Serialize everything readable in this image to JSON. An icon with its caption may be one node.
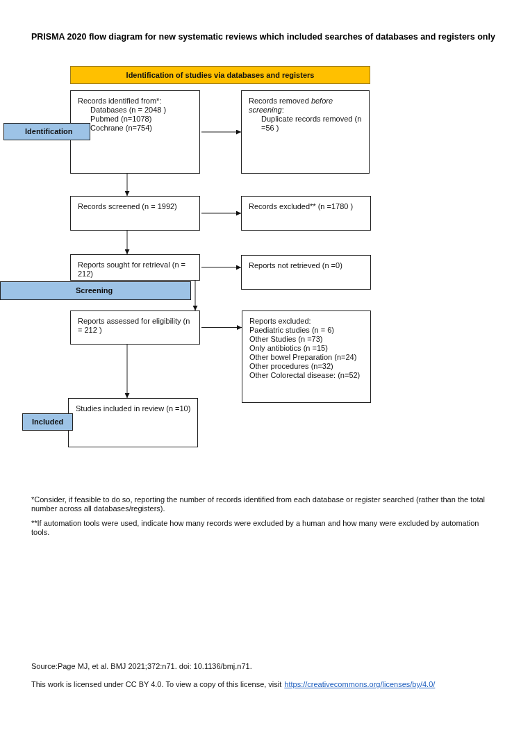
{
  "diagram": {
    "title": "PRISMA 2020 flow diagram for new systematic reviews which included searches of databases and registers only",
    "nodes": [
      {
        "text": [
          "Identification of studies via databases and registers"
        ]
      },
      {
        "text": [
          "Records identified from*:",
          "Databases (n = 2048 )",
          "Pubmed (n=1078)",
          "Cochrane (n=754)"
        ]
      },
      {
        "text": [
          "Identification"
        ]
      },
      {
        "text": [
          "Records removed *before screening*:",
          "Duplicate records removed (n =56 )"
        ]
      },
      {
        "text": [
          "Records screened (n = 1992)"
        ]
      },
      {
        "text": [
          "Records excluded** (n =1780 )"
        ]
      },
      {
        "text": [
          "Reports sought for retrieval (n = 212)"
        ]
      },
      {
        "text": [
          "Reports not retrieved (n =0)"
        ]
      },
      {
        "text": [
          "Screening"
        ]
      },
      {
        "text": [
          "Reports assessed for eligibility (n = 212 )"
        ]
      },
      {
        "text": [
          "Reports excluded:",
          "Paediatric studies (n = 6)",
          "Other Studies (n =73)",
          "Only antibiotics (n =15)",
          "Other bowel Preparation (n=24)",
          "Other procedures (n=32)",
          "Other Colorectal disease: (n=52)"
        ]
      },
      {
        "text": [
          "Studies included in review (n =10)"
        ]
      },
      {
        "text": [
          "Included"
        ]
      }
    ],
    "edges": [
      {
        "from": 1,
        "to": 3,
        "arrow": "to"
      },
      {
        "from": 1,
        "to": 4,
        "arrow": "to"
      },
      {
        "from": 4,
        "to": 5,
        "arrow": "to"
      },
      {
        "from": 4,
        "to": 6,
        "arrow": "to"
      },
      {
        "from": 6,
        "to": 7,
        "arrow": "to"
      },
      {
        "from": 6,
        "to": 9,
        "arrow": "to"
      },
      {
        "from": 9,
        "to": 10,
        "arrow": "to"
      },
      {
        "from": 9,
        "to": 11,
        "arrow": "to"
      }
    ],
    "labels": [
      "*Consider, if feasible to do so, reporting the number of records identified from each database or register searched (rather than the total number across all databases/registers).",
      "**If automation tools were used, indicate how many records were excluded by a human and how many were excluded by automation tools.",
      "Source:Page MJ, et al. BMJ 2021;372:n71. doi: 10.1136/bmj.n71.",
      "This work is licensed under CC BY 4.0. To view a copy of this license, visit",
      "https://creativecommons.org/licenses/by/4.0/"
    ]
  }
}
